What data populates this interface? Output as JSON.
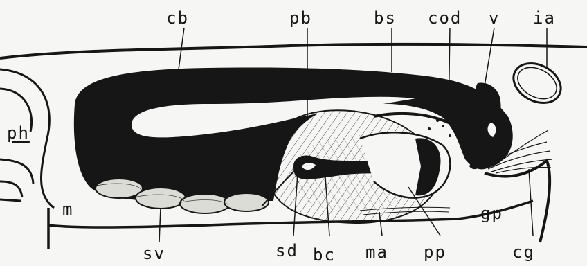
{
  "labels": {
    "cb": "cb",
    "pb": "pb",
    "bs": "bs",
    "cod": "cod",
    "v": "v",
    "ia": "ia",
    "ph": "ph",
    "m": "m",
    "sv": "sv",
    "sd": "sd",
    "bc": "bc",
    "ma": "ma",
    "pp": "pp",
    "cg": "cg",
    "gp": "gp"
  },
  "colors": {
    "ink": "#161616",
    "paper": "#f6f6f4"
  }
}
